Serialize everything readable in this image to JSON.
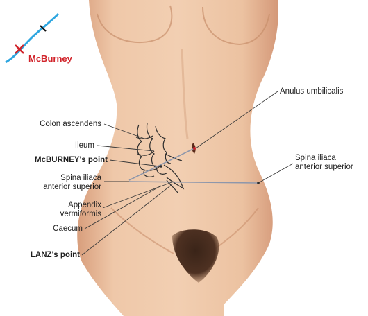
{
  "inset": {
    "label": "McBurney",
    "label_color": "#d1232a",
    "line_color": "#2ea6e0",
    "mark_color": "#d1232a"
  },
  "labels": {
    "colon_ascendens": "Colon ascendens",
    "ileum": "Ileum",
    "mcburney_point": "McBURNEY's point",
    "spina_left_1": "Spina iliaca",
    "spina_left_2": "anterior superior",
    "appendix_1": "Appendix",
    "appendix_2": "vermiformis",
    "caecum": "Caecum",
    "lanz_point": "LANZ's point",
    "anulus": "Anulus umbilicalis",
    "spina_right_1": "Spina iliaca",
    "spina_right_2": "anterior superior"
  },
  "colors": {
    "skin": "#ecc3a4",
    "skin_shadow": "#c98f6d",
    "leader_line": "#3a3a3a",
    "reference_line": "#8e97ab",
    "marker": "#c8202a"
  }
}
